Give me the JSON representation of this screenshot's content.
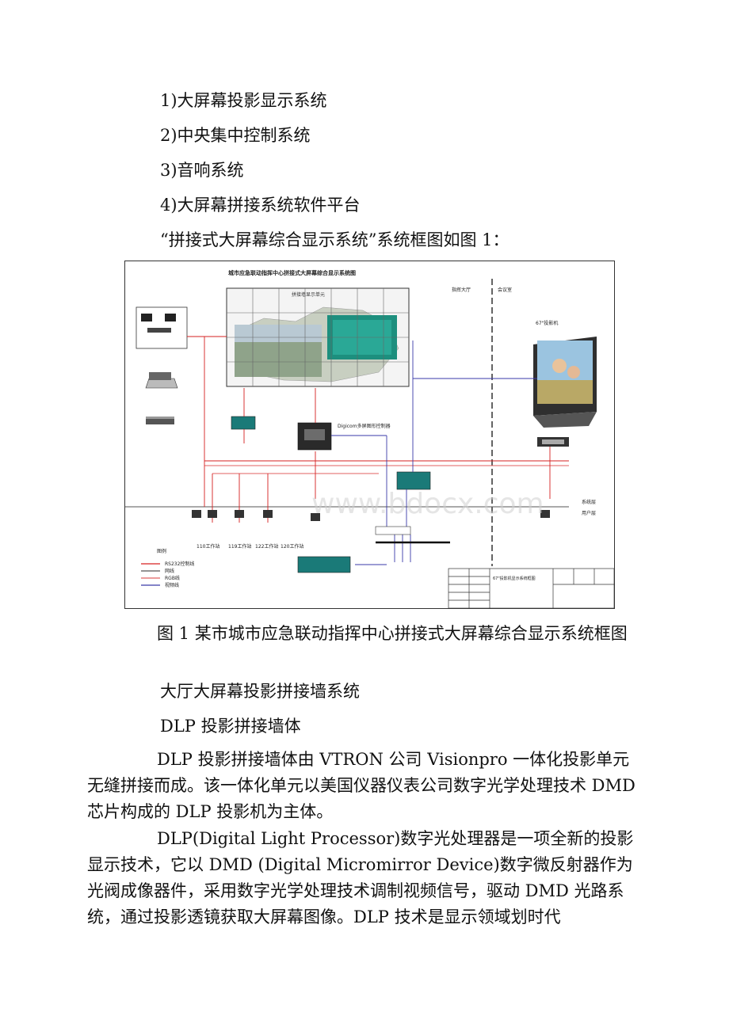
{
  "list_items": [
    "1)大屏幕投影显示系统",
    "2)中央集中控制系统",
    "3)音响系统",
    "4)大屏幕拼接系统软件平台"
  ],
  "intro_sentence": "“拼接式大屏幕综合显示系统”系统框图如图 1：",
  "figure": {
    "title": "城市应急联动指挥中心拼接式大屏幕综合显示系统图",
    "wall_label": "拼接墙显示单元",
    "hall_label": "指挥大厅",
    "room_label": "会议室",
    "projector_label": "67\"投影机",
    "controller_label": "Digicom多屏图形控制器",
    "legend_title": "图例",
    "legend": [
      {
        "label": "RS232控制线",
        "color": "#d62020"
      },
      {
        "label": "网线",
        "color": "#555555"
      },
      {
        "label": "RGB线",
        "color": "#e06060"
      },
      {
        "label": "视频线",
        "color": "#3a3aa8"
      }
    ],
    "workstations": [
      "110工作站",
      "119工作站",
      "122工作站",
      "120工作站"
    ],
    "layer_top": "系统层",
    "layer_bottom": "用户层",
    "title_block_name": "67\"投影机显示系统框图",
    "watermark": "www.bdocx.com",
    "colors": {
      "red": "#d62020",
      "blue": "#3a3aa8",
      "gray": "#666666"
    }
  },
  "caption": "图 1 某市城市应急联动指挥中心拼接式大屏幕综合显示系统框图",
  "sections": [
    "大厅大屏幕投影拼接墙系统",
    "DLP 投影拼接墙体"
  ],
  "paragraphs": [
    "DLP 投影拼接墙体由 VTRON 公司 Visionpro 一体化投影单元无缝拼接而成。该一体化单元以美国仪器仪表公司数字光学处理技术 DMD 芯片构成的 DLP 投影机为主体。",
    "DLP(Digital Light Processor)数字光处理器是一项全新的投影显示技术，它以 DMD (Digital Micromirror Device)数字微反射器作为光阀成像器件，采用数字光学处理技术调制视频信号，驱动 DMD 光路系统，通过投影透镜获取大屏幕图像。DLP 技术是显示领域划时代"
  ]
}
